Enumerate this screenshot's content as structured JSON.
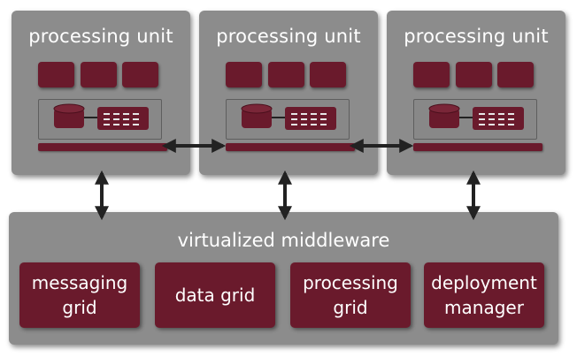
{
  "processing_units": [
    {
      "title": "processing unit"
    },
    {
      "title": "processing unit"
    },
    {
      "title": "processing unit"
    }
  ],
  "middleware": {
    "title": "virtualized middleware",
    "modules": [
      {
        "line1": "messaging",
        "line2": "grid"
      },
      {
        "line1": "data grid",
        "line2": ""
      },
      {
        "line1": "processing",
        "line2": "grid"
      },
      {
        "line1": "deployment",
        "line2": "manager"
      }
    ]
  },
  "colors": {
    "panel": "#8c8c8c",
    "block": "#6a1a2c",
    "arrow": "#222222"
  }
}
